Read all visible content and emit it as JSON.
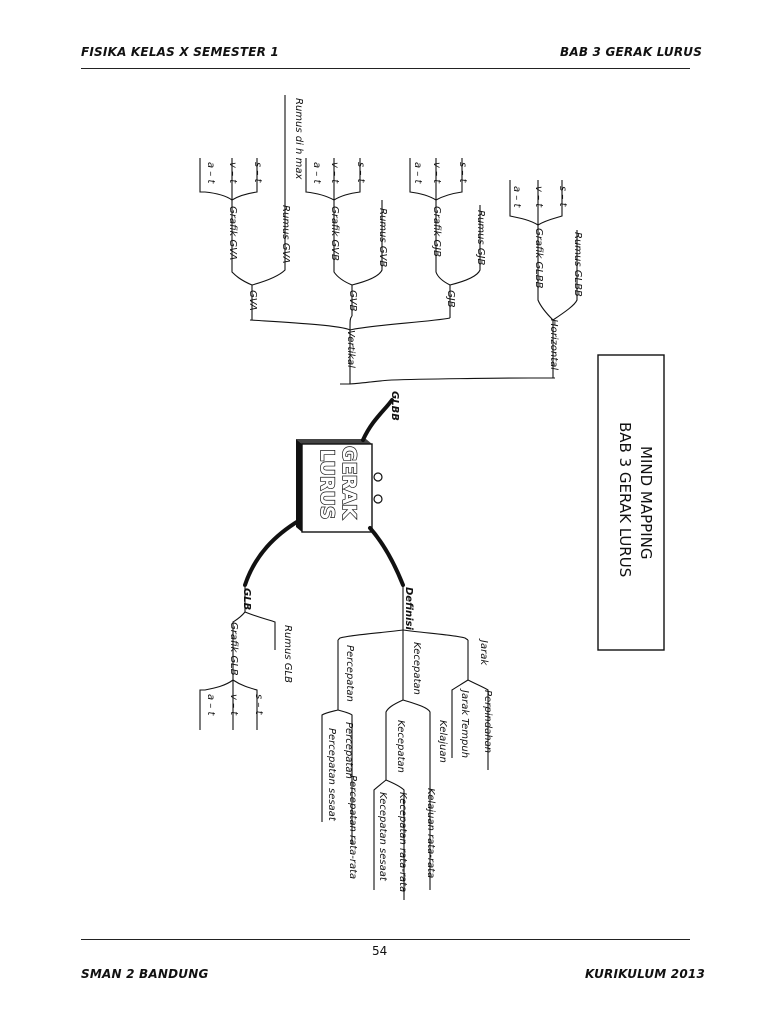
{
  "header": {
    "left": "FISIKA KELAS X SEMESTER 1",
    "right": "BAB 3  GERAK LURUS"
  },
  "footer": {
    "page_number": "54",
    "left": "SMAN 2 BANDUNG",
    "right": "KURIKULUM 2013"
  },
  "title_box": {
    "line1": "MIND MAPPING",
    "line2": "BAB 3 GERAK LURUS"
  },
  "center": {
    "line1": "GERAK",
    "line2": "LURUS"
  },
  "glbb": {
    "label": "GLBB",
    "vertikal": {
      "label": "Vertikal",
      "branches": [
        {
          "label": "GVA",
          "formula": "Rumus GVA",
          "graph": "Grafik GVA",
          "extra": "Rumus di h max",
          "leaves": [
            "s – t",
            "v – t",
            "a – t"
          ]
        },
        {
          "label": "GVB",
          "formula": "Rumus GVB",
          "graph": "Grafik GVB",
          "leaves": [
            "s – t",
            "v – t",
            "a – t"
          ]
        },
        {
          "label": "GJB",
          "formula": "Rumus GJB",
          "graph": "Grafik GJB",
          "leaves": [
            "s – t",
            "v – t",
            "a – t"
          ]
        }
      ]
    },
    "horizontal": {
      "label": "Horizontal",
      "formula": "Rumus GLBB",
      "graph": "Grafik GLBB",
      "leaves": [
        "s – t",
        "v – t",
        "a – t"
      ]
    }
  },
  "glb": {
    "label": "GLB",
    "formula": "Rumus GLB",
    "graph": "Grafik GLB",
    "leaves": [
      "s – t",
      "v – t",
      "a – t"
    ]
  },
  "definisi": {
    "label": "Definisi",
    "jarak": {
      "label": "Jarak",
      "items": [
        "Perpindahan",
        "Jarak Tempuh"
      ]
    },
    "kecepatan": {
      "label": "Kecepatan",
      "kelajuan": {
        "label": "Kelajuan",
        "items": [
          "Kelajuan rata-rata"
        ]
      },
      "kecepatan_sub": {
        "label": "Kecepatan",
        "items": [
          "Kecepatan rata-rata",
          "Kecepatan sesaat"
        ]
      }
    },
    "percepatan": {
      "label": "Percepatan",
      "sub": {
        "label": "Percepatan",
        "items": [
          "Percepatan rata-rata",
          "Percepatan sesaat"
        ]
      }
    }
  }
}
